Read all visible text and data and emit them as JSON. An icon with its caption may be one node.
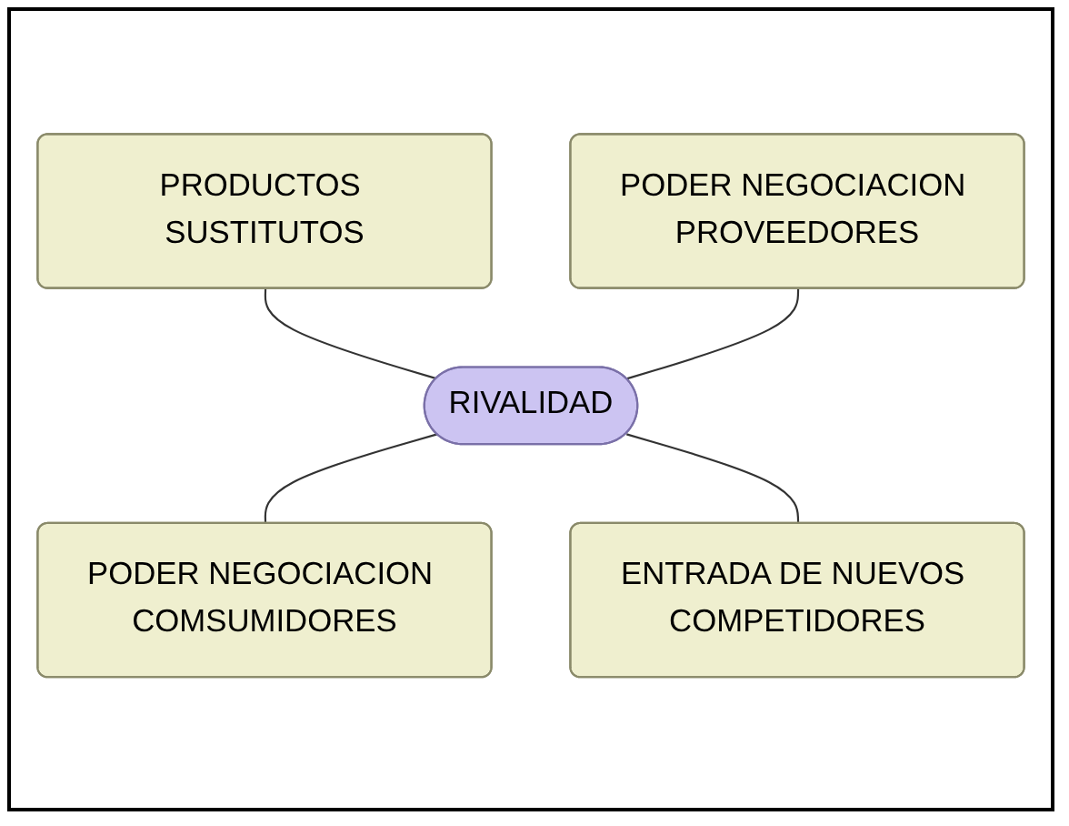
{
  "diagram": {
    "nodes": [
      {
        "text": [
          "PRODUCTOS SUSTITUTOS"
        ]
      },
      {
        "text": [
          "PODER NEGOCIACION PROVEEDORES"
        ]
      },
      {
        "text": [
          "RIVALIDAD"
        ]
      },
      {
        "text": [
          "PODER NEGOCIACION COMSUMIDORES"
        ]
      },
      {
        "text": [
          "ENTRADA DE NUEVOS COMPETIDORES"
        ]
      }
    ],
    "edges": [
      {
        "from": 0,
        "to": 2,
        "arrow": "none"
      },
      {
        "from": 1,
        "to": 2,
        "arrow": "none"
      },
      {
        "from": 2,
        "to": 3,
        "arrow": "none"
      },
      {
        "from": 2,
        "to": 4,
        "arrow": "none"
      }
    ]
  }
}
